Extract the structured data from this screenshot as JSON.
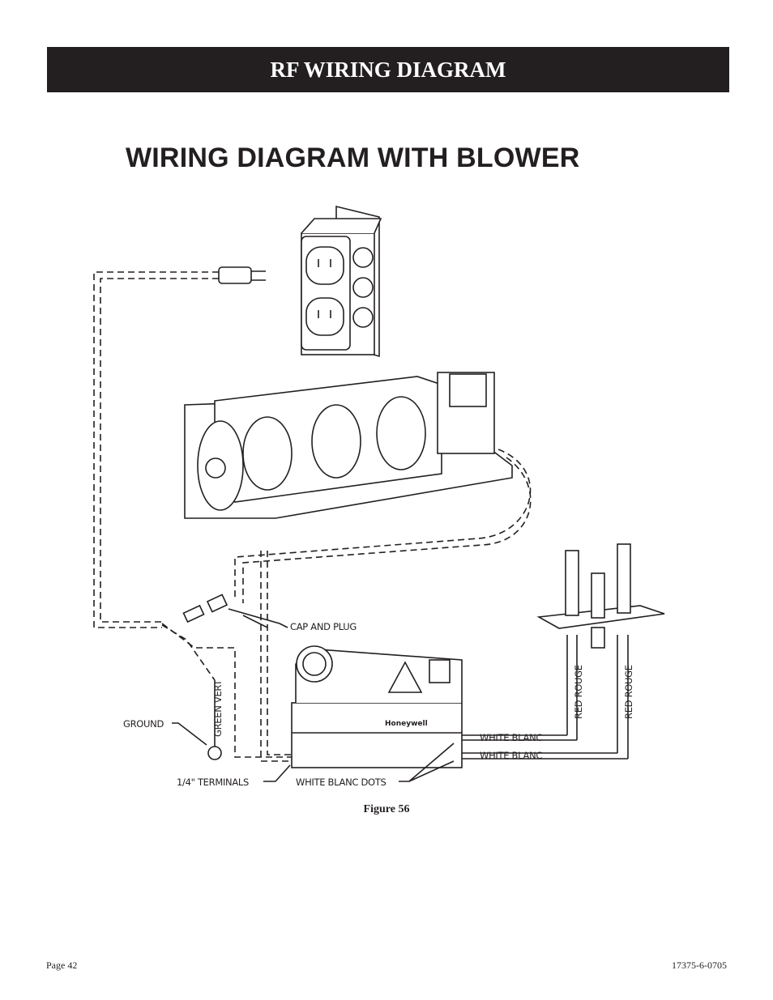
{
  "header": {
    "banner": "RF  WIRING DIAGRAM"
  },
  "title": "WIRING DIAGRAM WITH BLOWER",
  "diagram": {
    "cap_and_plug": "CAP AND PLUG",
    "green_vert": "GREEN VERT",
    "ground": "GROUND",
    "terminals": "1/4\" TERMINALS",
    "white_blanc_dots": "WHITE BLANC DOTS",
    "white_blanc_1": "WHITE BLANC",
    "white_blanc_2": "WHITE BLANC",
    "red_rouge_1": "RED ROUGE",
    "red_rouge_2": "RED ROUGE",
    "valve_brand": "Honeywell"
  },
  "caption": "Figure 56",
  "footer": {
    "page": "Page 42",
    "doc_number": "17375-6-0705"
  }
}
